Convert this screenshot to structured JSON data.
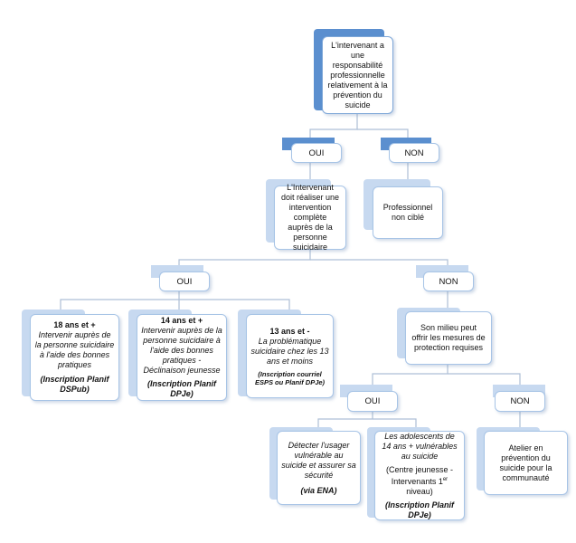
{
  "nodes": {
    "root": "L'intervenant a une responsabilité professionnelle relativement à la prévention du suicide",
    "oui1": "OUI",
    "non1": "NON",
    "intervention": "L'Intervenant doit réaliser une intervention complète auprès de la personne suicidaire",
    "non_cible": "Professionnel non ciblé",
    "oui2": "OUI",
    "non2": "NON",
    "age18": {
      "title": "18 ans et +",
      "desc": "Intervenir auprès de la personne suicidaire à l'aide des bonnes pratiques",
      "note": "(Inscription Planif DSPub)"
    },
    "age14": {
      "title": "14 ans et +",
      "desc": "Intervenir auprès de la personne suicidaire à l'aide des bonnes pratiques - Déclinaison jeunesse",
      "note": "(Inscription Planif DPJe)"
    },
    "age13": {
      "title": "13 ans et -",
      "desc": "La problématique suicidaire chez les 13 ans et moins",
      "note": "(Inscription courriel ESPS ou Planif DPJe)"
    },
    "milieu": "Son milieu peut offrir les mesures de protection requises",
    "oui3": "OUI",
    "non3": "NON",
    "detecter": {
      "desc": "Détecter l'usager vulnérable au suicide et assurer sa sécurité",
      "note": "(via ENA)"
    },
    "ados": {
      "desc": "Les adolescents de 14 ans + vulnérables au suicide",
      "centre": "(Centre jeunesse - Intervenants 1",
      "centre_sup": "er",
      "centre_end": " niveau)",
      "note": "(Inscription Planif DPJe)"
    },
    "atelier": "Atelier en prévention du suicide pour la communauté"
  },
  "colors": {
    "box_border": "#a7c4e6",
    "line": "#aebfd6",
    "tab_dark": "#5b8fcf",
    "tab_light": "#c7d9f0"
  }
}
